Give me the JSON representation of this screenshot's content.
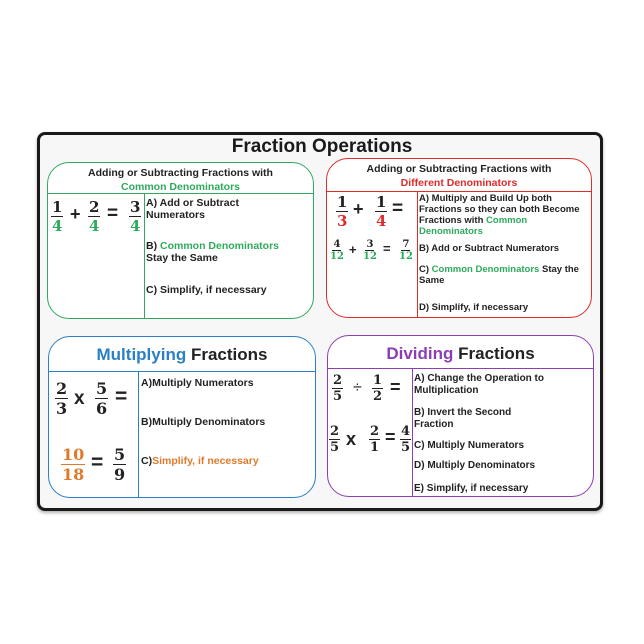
{
  "title": "Fraction Operations",
  "colors": {
    "green": "#2eaa5c",
    "red": "#e02b2b",
    "blue": "#2a7fc6",
    "purple": "#8a3fb5",
    "orange": "#e07a2a"
  },
  "common": {
    "header_line1": "Adding or Subtracting Fractions with",
    "header_line2": "Common Denominators",
    "eq": {
      "a": [
        "1",
        "4"
      ],
      "b": [
        "2",
        "4"
      ],
      "c": [
        "3",
        "4"
      ],
      "op": "+",
      "eq": "="
    },
    "steps": {
      "a": "A) Add or Subtract Numerators",
      "b_prefix": "B) ",
      "b_green": "Common Denominators",
      "b_rest": " Stay the Same",
      "c": "C) Simplify, if necessary"
    }
  },
  "different": {
    "header_line1": "Adding or Subtracting Fractions with",
    "header_line2": "Different Denominators",
    "eq1": {
      "a": [
        "1",
        "3"
      ],
      "b": [
        "1",
        "4"
      ],
      "op": "+",
      "eq": "="
    },
    "eq2": {
      "a": [
        "4",
        "12"
      ],
      "b": [
        "3",
        "12"
      ],
      "c": [
        "7",
        "12"
      ],
      "op": "+",
      "eq": "="
    },
    "steps": {
      "a": "A) Multiply and Build Up both Fractions so they can both Become Fractions with",
      "a_green": "Common Denominators",
      "b": "B)  Add or Subtract Numerators",
      "c_prefix": "C) ",
      "c_green": "Common Denominators",
      "c_rest": " Stay the Same",
      "d": "D) Simplify, if necessary"
    }
  },
  "multiplying": {
    "header_colored": "Multiplying",
    "header_rest": " Fractions",
    "eq1": {
      "a": [
        "2",
        "3"
      ],
      "b": [
        "5",
        "6"
      ],
      "op": "x",
      "eq": "="
    },
    "eq2": {
      "a": [
        "10",
        "18"
      ],
      "b": [
        "5",
        "9"
      ],
      "eq": "="
    },
    "steps": {
      "a": "A)Multiply Numerators",
      "b": "B)Multiply Denominators",
      "c_prefix": "C)",
      "c_orange": "Simplify, if necessary"
    }
  },
  "dividing": {
    "header_colored": "Dividing",
    "header_rest": " Fractions",
    "eq1": {
      "a": [
        "2",
        "5"
      ],
      "b": [
        "1",
        "2"
      ],
      "op": "÷",
      "eq": "="
    },
    "eq2": {
      "a": [
        "2",
        "5"
      ],
      "b": [
        "2",
        "1"
      ],
      "c": [
        "4",
        "5"
      ],
      "op": "x",
      "eq": "="
    },
    "steps": {
      "a": "A) Change the Operation to Multiplication",
      "b": "B) Invert the Second Fraction",
      "c": "C) Multiply Numerators",
      "d": "D) Multiply Denominators",
      "e": "E) Simplify, if necessary"
    }
  }
}
